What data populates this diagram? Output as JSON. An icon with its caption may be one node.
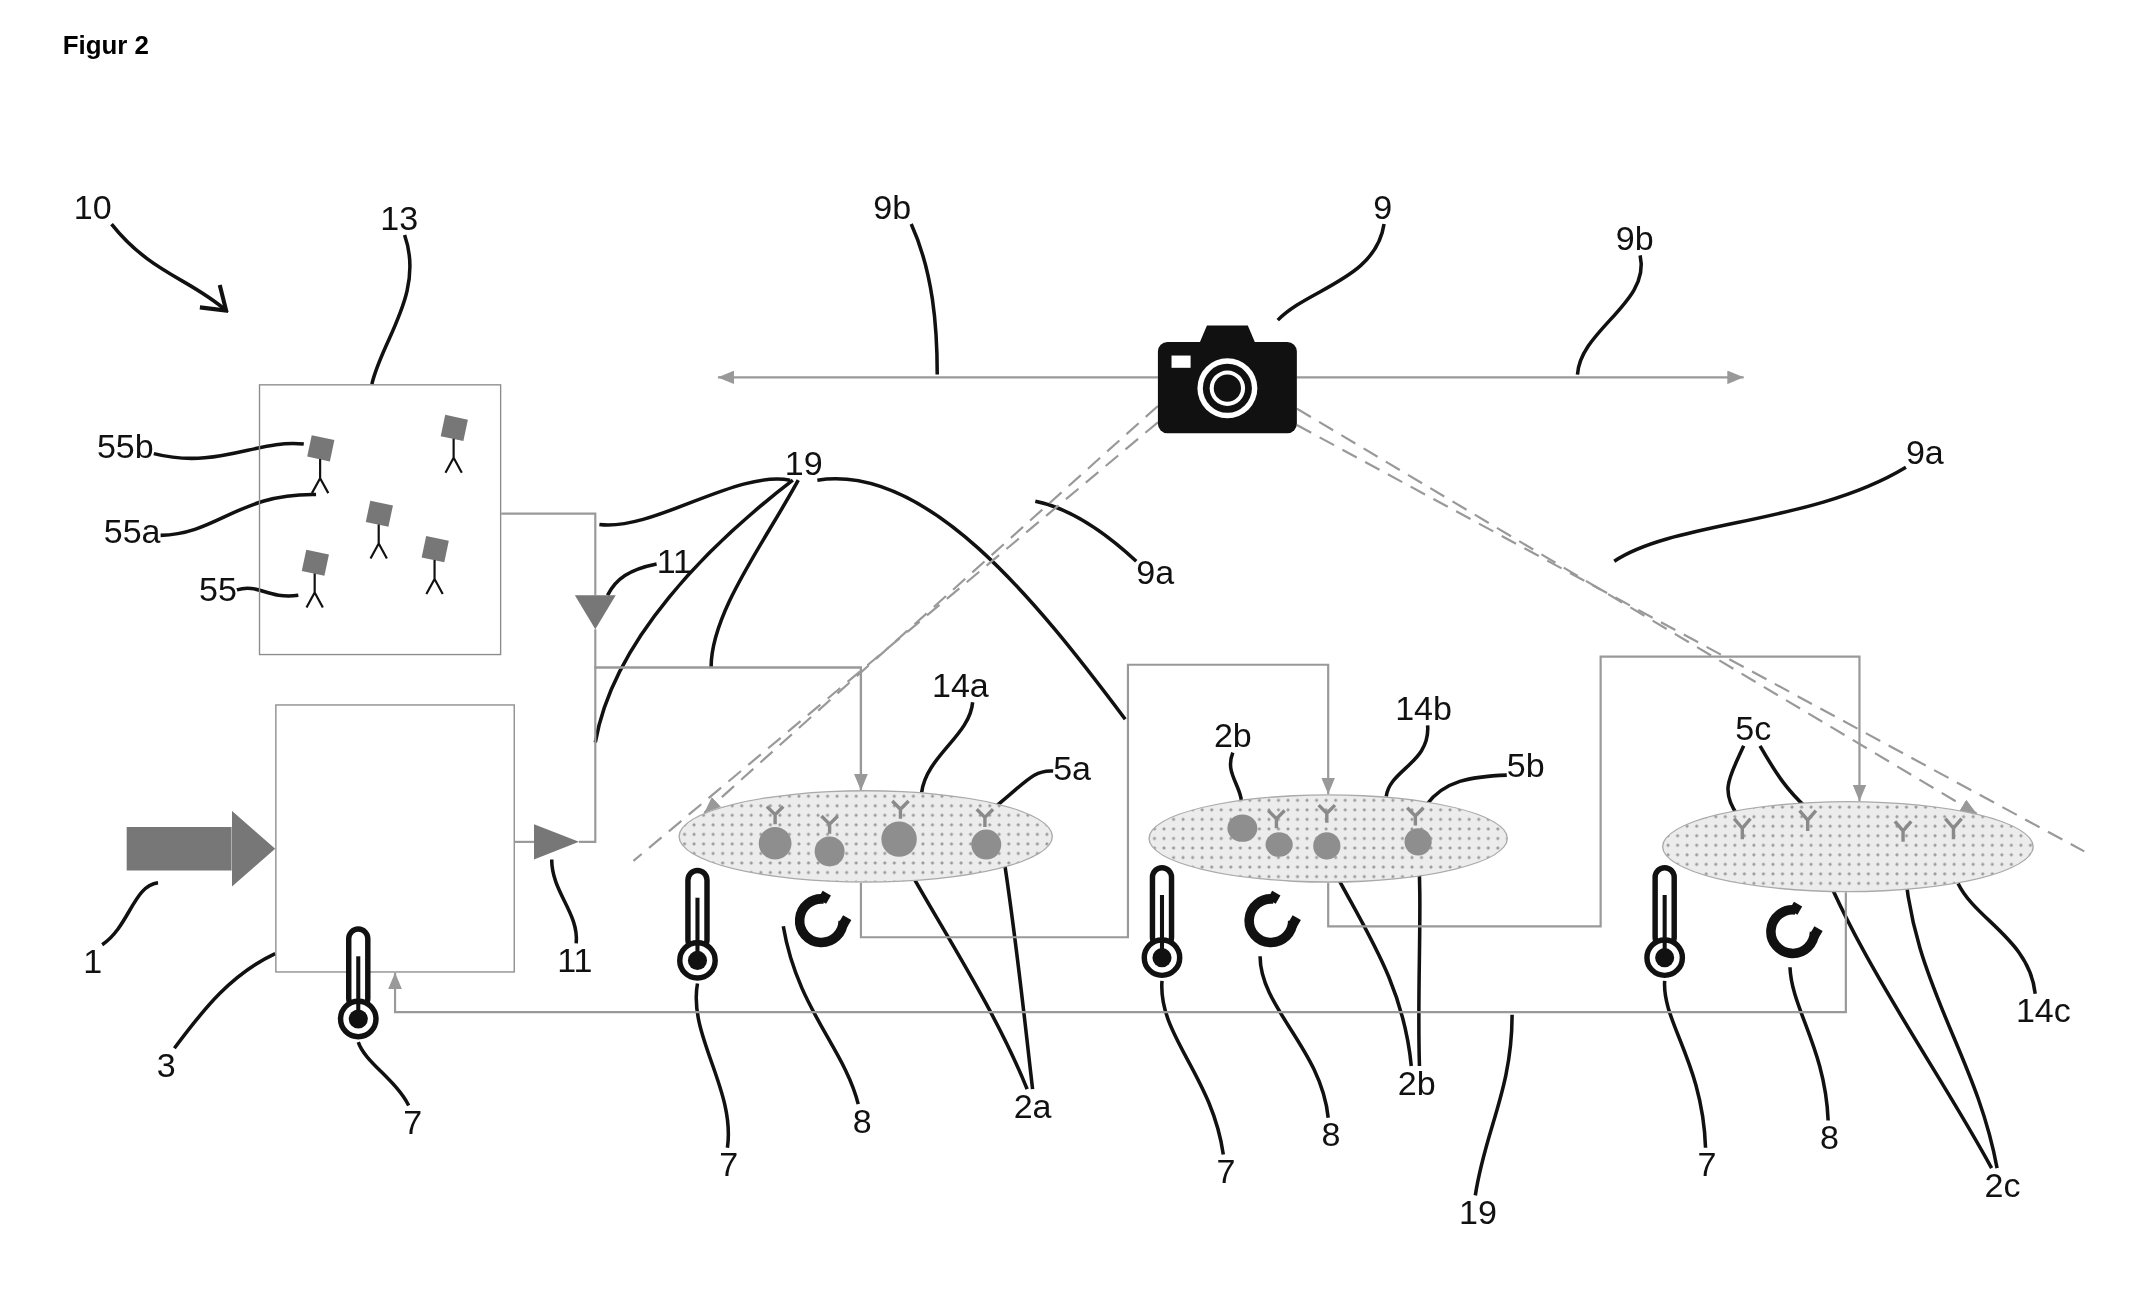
{
  "diagram": {
    "title": "Figur 2",
    "nodes": [
      {
        "text": [
          "10"
        ]
      },
      {
        "text": [
          "13"
        ]
      },
      {
        "text": [],
        "shape": "box"
      },
      {
        "text": [
          "55b"
        ]
      },
      {
        "text": [
          "55a"
        ]
      },
      {
        "text": [
          "55"
        ]
      },
      {
        "text": [],
        "shape": "person",
        "in": 2
      },
      {
        "text": [],
        "shape": "person",
        "in": 2
      },
      {
        "text": [],
        "shape": "person",
        "in": 2
      },
      {
        "text": [],
        "shape": "person",
        "in": 2
      },
      {
        "text": [],
        "shape": "person",
        "in": 2
      },
      {
        "text": [
          "9b"
        ]
      },
      {
        "text": [
          "9"
        ]
      },
      {
        "text": [
          "9b"
        ]
      },
      {
        "text": [],
        "shape": "camera"
      },
      {
        "text": [
          "19"
        ]
      },
      {
        "text": [
          "11"
        ]
      },
      {
        "text": [],
        "shape": "triangle"
      },
      {
        "text": [
          "9a"
        ]
      },
      {
        "text": [
          "9a"
        ]
      },
      {
        "text": [],
        "shape": "box"
      },
      {
        "text": [],
        "shape": "thermometer"
      },
      {
        "text": [
          "1"
        ]
      },
      {
        "text": [
          "3"
        ]
      },
      {
        "text": [
          "7"
        ]
      },
      {
        "text": [],
        "shape": "triangle"
      },
      {
        "text": [
          "11"
        ]
      },
      {
        "text": [],
        "shape": "ellipse"
      },
      {
        "text": [
          "14a"
        ]
      },
      {
        "text": [
          "5a"
        ]
      },
      {
        "text": [],
        "shape": "antibody",
        "in": 27
      },
      {
        "text": [],
        "shape": "circle",
        "in": 27
      },
      {
        "text": [],
        "shape": "circle",
        "in": 27
      },
      {
        "text": [
          "2a"
        ]
      },
      {
        "text": [],
        "shape": "thermometer"
      },
      {
        "text": [],
        "shape": "magnet"
      },
      {
        "text": [
          "7"
        ]
      },
      {
        "text": [
          "8"
        ]
      },
      {
        "text": [],
        "shape": "ellipse"
      },
      {
        "text": [
          "2b"
        ]
      },
      {
        "text": [],
        "shape": "circle",
        "in": 38
      },
      {
        "text": [
          "14b"
        ]
      },
      {
        "text": [
          "5b"
        ]
      },
      {
        "text": [],
        "shape": "antibody",
        "in": 38
      },
      {
        "text": [],
        "shape": "circle",
        "in": 38
      },
      {
        "text": [],
        "shape": "circle",
        "in": 38
      },
      {
        "text": [
          "2b"
        ]
      },
      {
        "text": [],
        "shape": "thermometer"
      },
      {
        "text": [],
        "shape": "magnet"
      },
      {
        "text": [
          "7"
        ]
      },
      {
        "text": [
          "8"
        ]
      },
      {
        "text": [],
        "shape": "ellipse"
      },
      {
        "text": [
          "5c"
        ]
      },
      {
        "text": [],
        "shape": "antibody",
        "in": 51
      },
      {
        "text": [],
        "shape": "antibody",
        "in": 51
      },
      {
        "text": [],
        "shape": "antibody",
        "in": 51
      },
      {
        "text": [
          "14c"
        ]
      },
      {
        "text": [
          "2c"
        ]
      },
      {
        "text": [],
        "shape": "thermometer"
      },
      {
        "text": [],
        "shape": "magnet"
      },
      {
        "text": [
          "7"
        ]
      },
      {
        "text": [
          "8"
        ]
      },
      {
        "text": [
          "19"
        ]
      },
      {
        "text": [],
        "shape": "antibody",
        "in": 27
      },
      {
        "text": [],
        "shape": "circle",
        "in": 27
      },
      {
        "text": [],
        "shape": "antibody",
        "in": 27
      },
      {
        "text": [],
        "shape": "circle",
        "in": 27
      },
      {
        "text": [],
        "shape": "antibody",
        "in": 27
      },
      {
        "text": [],
        "shape": "antibody",
        "in": 38
      },
      {
        "text": [],
        "shape": "circle",
        "in": 38
      },
      {
        "text": [],
        "shape": "antibody",
        "in": 38
      },
      {
        "text": [],
        "shape": "antibody",
        "in": 51
      }
    ],
    "edges": [
      {
        "from": 0,
        "to": null,
        "arrow": "to"
      },
      {
        "from": 1,
        "to": 2,
        "arrow": "none"
      },
      {
        "from": 3,
        "to": 7,
        "arrow": "none"
      },
      {
        "from": 4,
        "to": 7,
        "arrow": "none"
      },
      {
        "from": 5,
        "to": 6,
        "arrow": "none"
      },
      {
        "from": 11,
        "to": null,
        "arrow": "none"
      },
      {
        "from": 12,
        "to": 14,
        "arrow": "none"
      },
      {
        "from": 13,
        "to": null,
        "arrow": "none"
      },
      {
        "from": 15,
        "to": null,
        "arrow": "none"
      },
      {
        "from": 15,
        "to": null,
        "arrow": "none"
      },
      {
        "from": 15,
        "to": null,
        "arrow": "none"
      },
      {
        "from": 15,
        "to": null,
        "arrow": "none"
      },
      {
        "from": 16,
        "to": 17,
        "arrow": "none"
      },
      {
        "from": 18,
        "to": null,
        "arrow": "none"
      },
      {
        "from": 19,
        "to": null,
        "arrow": "none"
      },
      {
        "from": 22,
        "to": null,
        "arrow": "none"
      },
      {
        "from": 23,
        "to": 20,
        "arrow": "none"
      },
      {
        "from": 24,
        "to": 21,
        "arrow": "none"
      },
      {
        "from": 26,
        "to": 25,
        "arrow": "none"
      },
      {
        "from": 28,
        "to": 27,
        "arrow": "none"
      },
      {
        "from": 29,
        "to": 67,
        "arrow": "none"
      },
      {
        "from": 33,
        "to": 64,
        "arrow": "none"
      },
      {
        "from": 33,
        "to": 66,
        "arrow": "none"
      },
      {
        "from": 36,
        "to": 34,
        "arrow": "none"
      },
      {
        "from": 37,
        "to": 35,
        "arrow": "none"
      },
      {
        "from": 39,
        "to": 40,
        "arrow": "none"
      },
      {
        "from": 41,
        "to": 38,
        "arrow": "none"
      },
      {
        "from": 42,
        "to": 70,
        "arrow": "none"
      },
      {
        "from": 46,
        "to": 45,
        "arrow": "none"
      },
      {
        "from": 46,
        "to": 69,
        "arrow": "none"
      },
      {
        "from": 49,
        "to": 47,
        "arrow": "none"
      },
      {
        "from": 50,
        "to": 48,
        "arrow": "none"
      },
      {
        "from": 52,
        "to": 53,
        "arrow": "none"
      },
      {
        "from": 52,
        "to": 54,
        "arrow": "none"
      },
      {
        "from": 56,
        "to": 51,
        "arrow": "none"
      },
      {
        "from": 57,
        "to": 54,
        "arrow": "none"
      },
      {
        "from": 57,
        "to": 55,
        "arrow": "none"
      },
      {
        "from": 60,
        "to": 58,
        "arrow": "none"
      },
      {
        "from": 61,
        "to": 59,
        "arrow": "none"
      },
      {
        "from": 62,
        "to": null,
        "arrow": "none"
      },
      {
        "from": null,
        "to": 20,
        "arrow": "to",
        "style": "thick",
        "color": "#777777"
      },
      {
        "from": 2,
        "to": 17,
        "arrow": "none",
        "color": "#999999"
      },
      {
        "from": 17,
        "to": 27,
        "arrow": "to",
        "color": "#999999"
      },
      {
        "from": 20,
        "to": 25,
        "arrow": "none",
        "color": "#999999"
      },
      {
        "from": 25,
        "to": 27,
        "arrow": "to",
        "color": "#999999"
      },
      {
        "from": 27,
        "to": 38,
        "arrow": "to",
        "color": "#999999"
      },
      {
        "from": 38,
        "to": 51,
        "arrow": "to",
        "color": "#999999"
      },
      {
        "from": 51,
        "to": 20,
        "arrow": "to",
        "color": "#999999"
      },
      {
        "from": 14,
        "to": null,
        "arrow": "to",
        "color": "#999999"
      },
      {
        "from": 14,
        "to": null,
        "arrow": "to",
        "color": "#999999"
      },
      {
        "from": 14,
        "to": 27,
        "arrow": "to",
        "style": "dashed",
        "color": "#999999"
      },
      {
        "from": 14,
        "to": null,
        "arrow": "none",
        "style": "dashed",
        "color": "#999999"
      },
      {
        "from": 14,
        "to": 51,
        "arrow": "to",
        "style": "dashed",
        "color": "#999999"
      },
      {
        "from": 14,
        "to": null,
        "arrow": "none",
        "style": "dashed",
        "color": "#999999"
      }
    ]
  }
}
